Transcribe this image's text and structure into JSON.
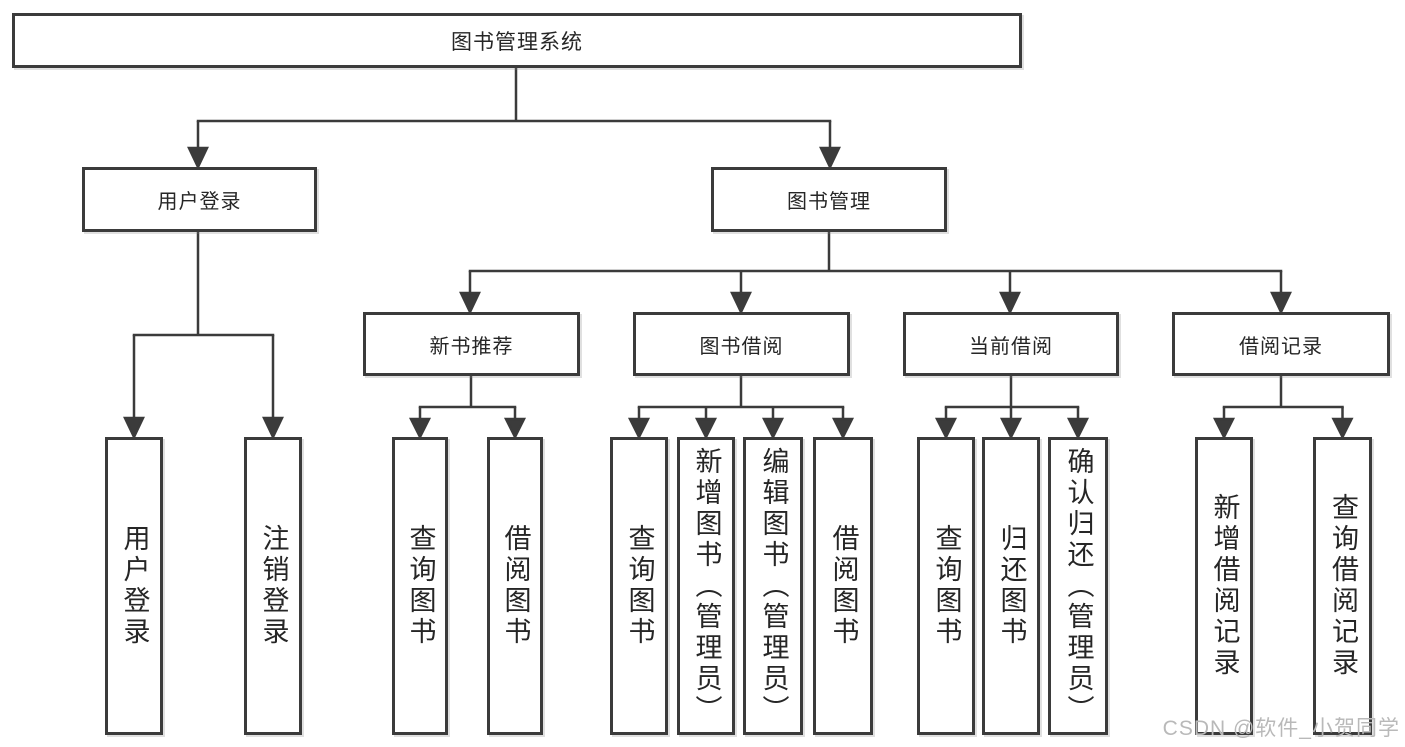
{
  "diagram": {
    "root": {
      "label": "图书管理系统"
    },
    "children": [
      {
        "label": "用户登录",
        "children": [
          {
            "label": "用户登录"
          },
          {
            "label": "注销登录"
          }
        ]
      },
      {
        "label": "图书管理",
        "children": [
          {
            "label": "新书推荐",
            "children": [
              {
                "label": "查询图书"
              },
              {
                "label": "借阅图书"
              }
            ]
          },
          {
            "label": "图书借阅",
            "children": [
              {
                "label": "查询图书"
              },
              {
                "label": "新增图书（管理员）"
              },
              {
                "label": "编辑图书（管理员）"
              },
              {
                "label": "借阅图书"
              }
            ]
          },
          {
            "label": "当前借阅",
            "children": [
              {
                "label": "查询图书"
              },
              {
                "label": "归还图书"
              },
              {
                "label": "确认归还（管理员）"
              }
            ]
          },
          {
            "label": "借阅记录",
            "children": [
              {
                "label": "新增借阅记录"
              },
              {
                "label": "查询借阅记录"
              }
            ]
          }
        ]
      }
    ]
  },
  "watermark": {
    "text": "CSDN @软件_小贺同学"
  },
  "colors": {
    "line": "#3b3b3b",
    "box_border": "#3b3b3b",
    "text": "#262626",
    "background": "#ffffff",
    "watermark": "#b9b9b9"
  }
}
